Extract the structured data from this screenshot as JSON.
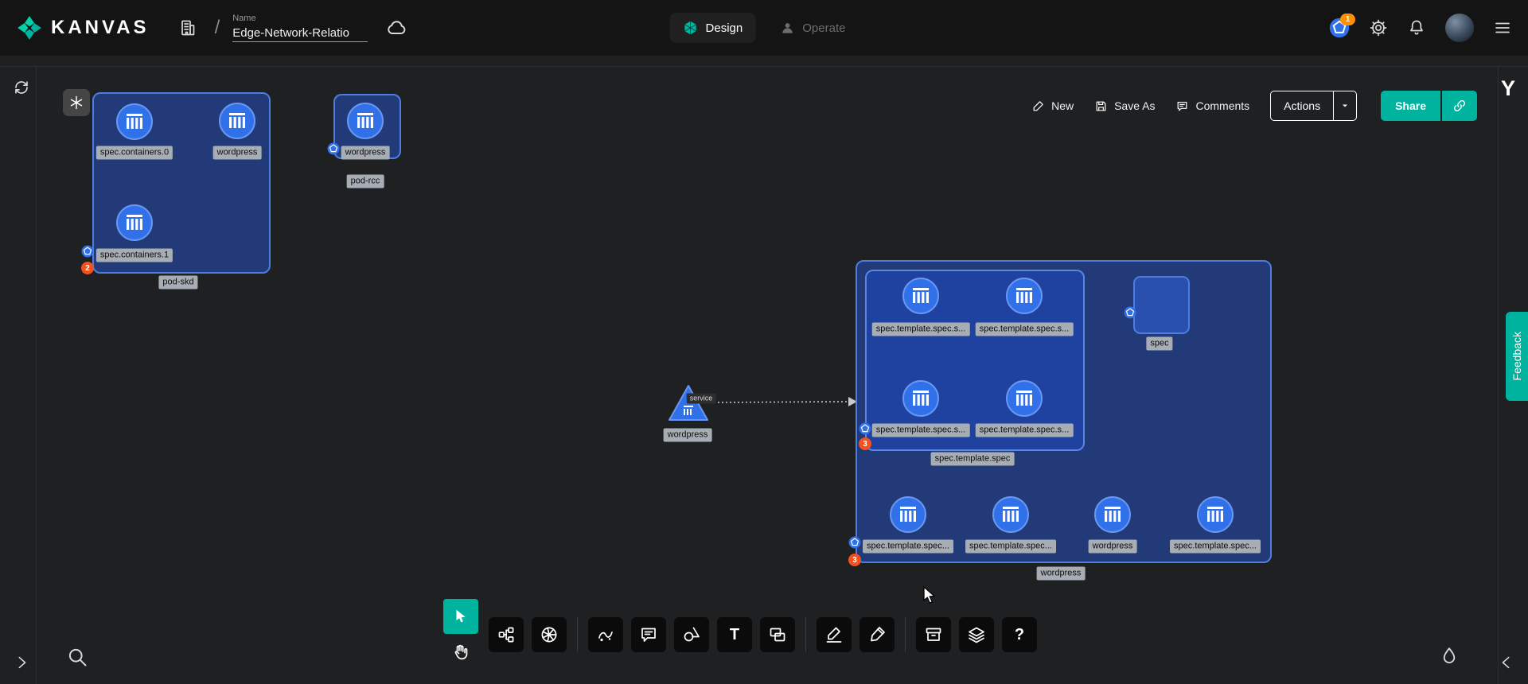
{
  "app": {
    "logo_text": "KANVAS"
  },
  "header": {
    "separator": "/",
    "name_label": "Name",
    "design_name": "Edge-Network-Relatio",
    "tabs": {
      "design": "Design",
      "operate": "Operate"
    },
    "notification_count": "1"
  },
  "action_bar": {
    "new": "New",
    "save_as": "Save As",
    "comments": "Comments",
    "actions": "Actions",
    "share": "Share"
  },
  "side": {
    "feedback": "Feedback",
    "logo_glyph": "Y"
  },
  "toolbar": {
    "text_glyph": "T",
    "help_glyph": "?"
  },
  "canvas": {
    "pod_skd": {
      "label": "pod-skd",
      "badge": "2",
      "pods": [
        "spec.containers.0",
        "wordpress",
        "spec.containers.1"
      ]
    },
    "pod_rcc": {
      "label": "pod-rcc",
      "pods": [
        "wordpress"
      ]
    },
    "service": {
      "label": "wordpress",
      "kind": "service"
    },
    "deployment": {
      "label": "wordpress",
      "badge": "3",
      "template": {
        "label": "spec.template.spec",
        "badge": "3",
        "pods": [
          "spec.template.spec.s...",
          "spec.template.spec.s...",
          "spec.template.spec.s...",
          "spec.template.spec.s..."
        ]
      },
      "spec": {
        "label": "spec"
      },
      "pods": [
        "spec.template.spec...",
        "spec.template.spec...",
        "wordpress",
        "spec.template.spec..."
      ]
    }
  },
  "colors": {
    "accent": "#00B39F",
    "kubernetes_blue": "#3070e8",
    "group_border": "#4d7de2",
    "badge_orange": "#f4511e"
  }
}
